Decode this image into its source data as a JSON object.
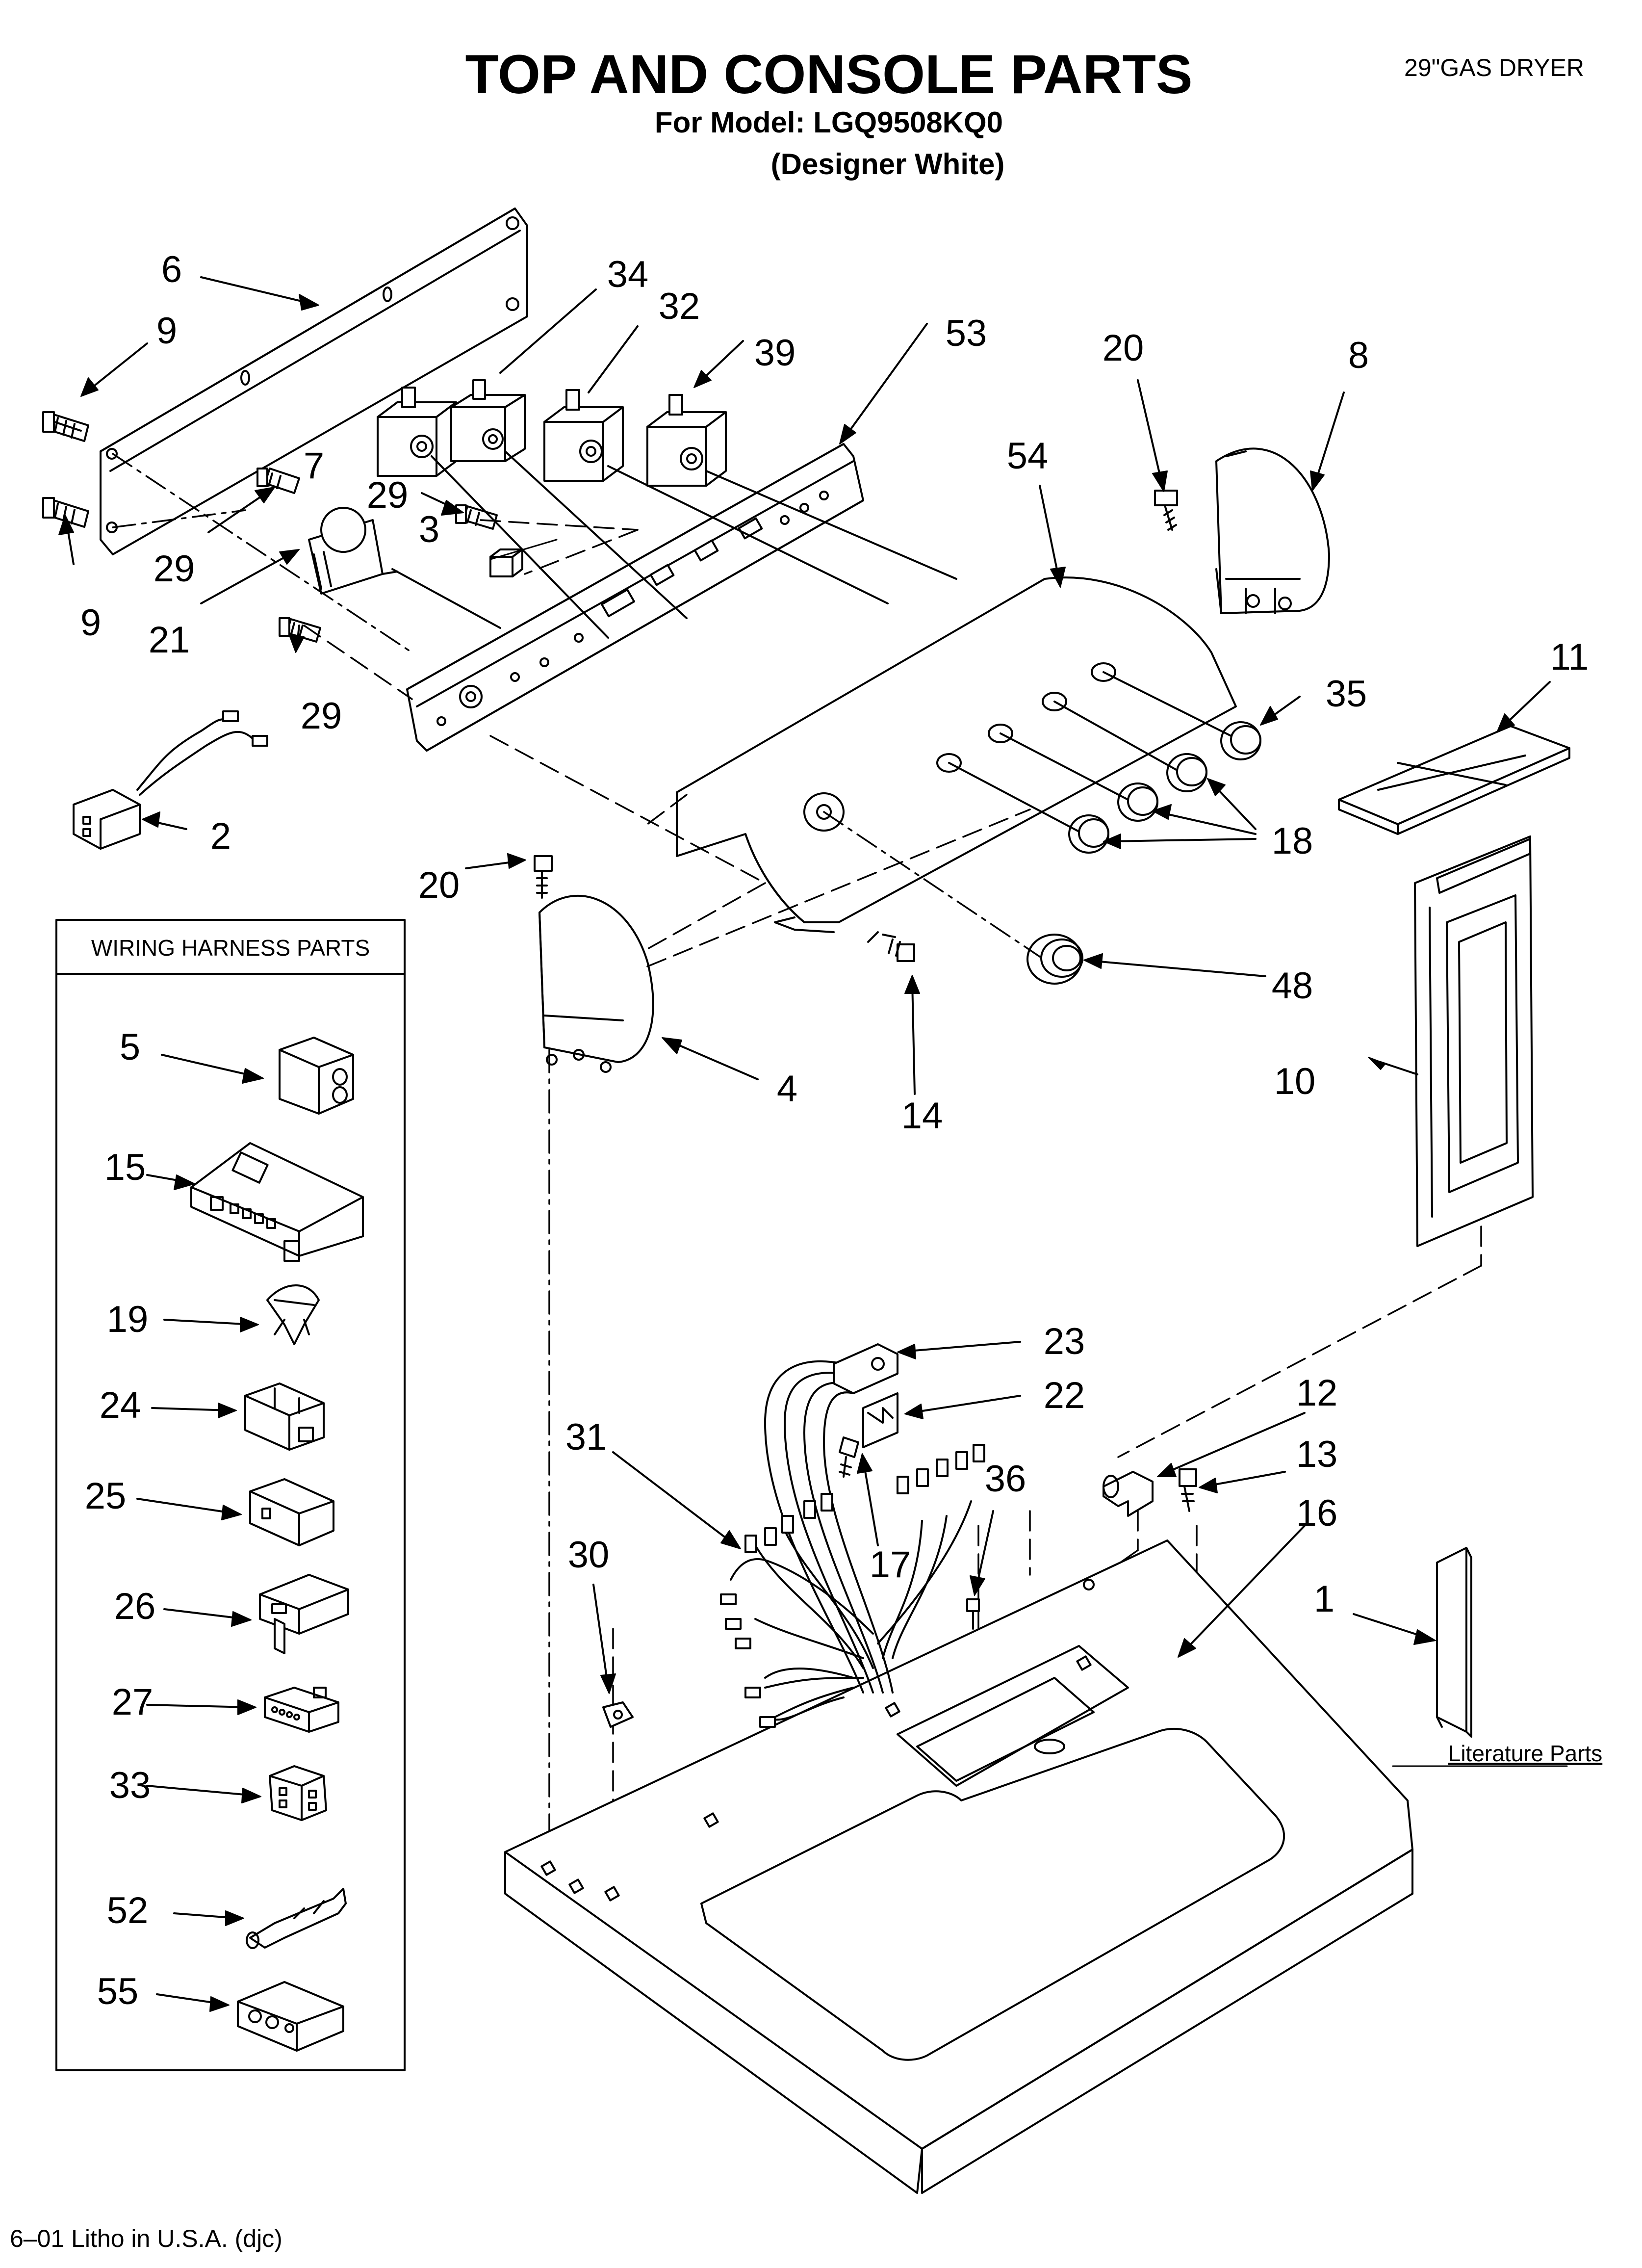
{
  "header": {
    "title": "TOP AND CONSOLE PARTS",
    "model_line": "For Model: LGQ9508KQ0",
    "color_line": "(Designer White)",
    "product": "29\"GAS DRYER"
  },
  "inset_panel": {
    "title": "WIRING HARNESS PARTS"
  },
  "literature_label": "Literature Parts",
  "footer": "6–01 Litho in U.S.A. (djc)",
  "callouts": {
    "c6": "6",
    "c9a": "9",
    "c9b": "9",
    "c29a": "29",
    "c29b": "29",
    "c29c": "29",
    "c34": "34",
    "c32": "32",
    "c39": "39",
    "c53": "53",
    "c20a": "20",
    "c20b": "20",
    "c8": "8",
    "c7": "7",
    "c3": "3",
    "c21": "21",
    "c54": "54",
    "c11": "11",
    "c35": "35",
    "c18": "18",
    "c2": "2",
    "c48": "48",
    "c14": "14",
    "c4": "4",
    "c10": "10",
    "c5": "5",
    "c15": "15",
    "c19": "19",
    "c24": "24",
    "c25": "25",
    "c26": "26",
    "c27": "27",
    "c33": "33",
    "c52": "52",
    "c55": "55",
    "c23": "23",
    "c22": "22",
    "c12": "12",
    "c13": "13",
    "c16": "16",
    "c31": "31",
    "c36": "36",
    "c30": "30",
    "c17": "17",
    "c1": "1"
  }
}
